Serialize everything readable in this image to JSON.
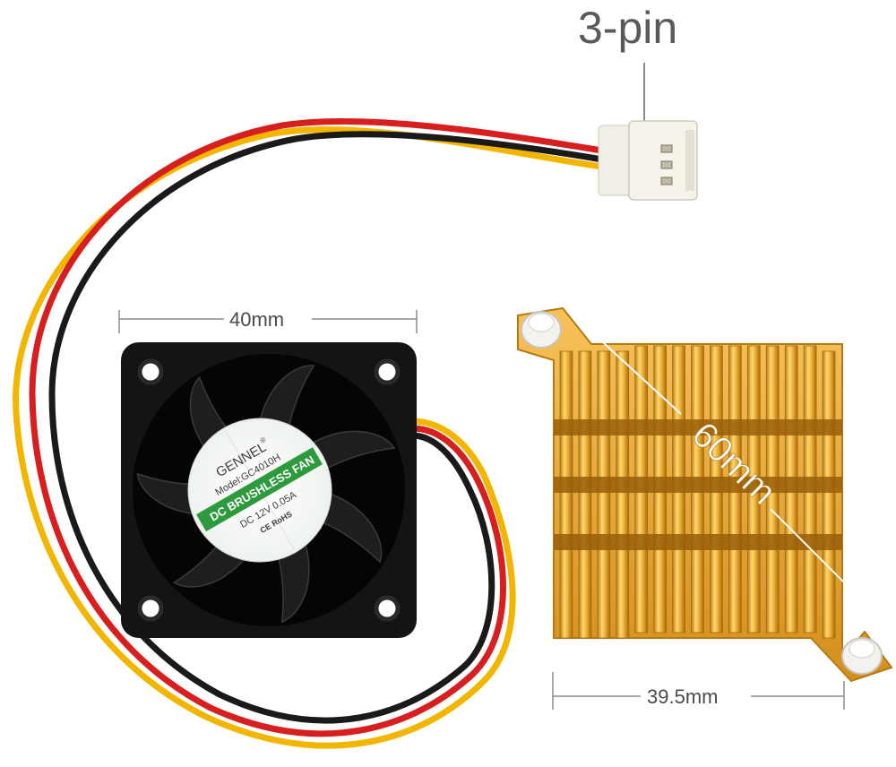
{
  "connector_label": "3-pin",
  "fan": {
    "width_label": "40mm",
    "sticker": {
      "brand": "GENNEL",
      "registered": "®",
      "model": "Model:GC4010H",
      "type_banner": "DC BRUSHLESS FAN",
      "rating": "DC 12V 0.05A",
      "certifications": "CE RoHS"
    }
  },
  "heatsink": {
    "diagonal_label": "60mm",
    "width_label": "39.5mm"
  },
  "colors": {
    "wire_red": "#d81f1f",
    "wire_black": "#1a1a1a",
    "wire_yellow": "#f2b600",
    "heatsink_gold": "#e3a52a",
    "sticker_green": "#2e9a3e",
    "fan_black": "#141414"
  }
}
